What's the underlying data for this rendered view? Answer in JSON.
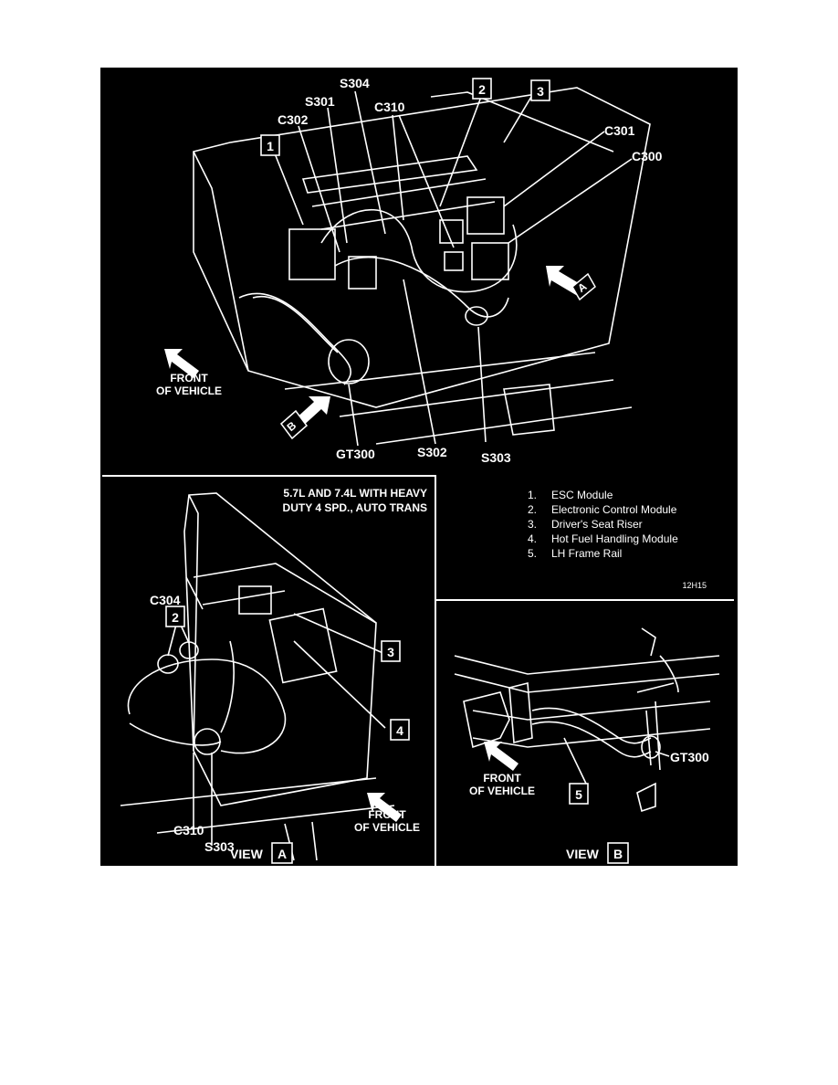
{
  "top_view": {
    "connectors": [
      "S304",
      "S301",
      "C302",
      "C310",
      "C301",
      "C300",
      "S302",
      "S303",
      "GT300"
    ],
    "callouts": [
      "1",
      "2",
      "3"
    ],
    "view_marker_a": "A",
    "view_marker_b": "B",
    "front_label": [
      "FRONT",
      "OF VEHICLE"
    ]
  },
  "view_a": {
    "heading": [
      "5.7L AND 7.4L WITH HEAVY",
      "DUTY 4 SPD., AUTO TRANS"
    ],
    "connectors": [
      "C304",
      "C310",
      "S303"
    ],
    "callouts": [
      "2",
      "3",
      "4"
    ],
    "front_label": [
      "FRONT",
      "OF VEHICLE"
    ],
    "view_label": "VIEW",
    "view_letter": "A"
  },
  "legend": {
    "items": [
      {
        "num": "1.",
        "text": "ESC Module"
      },
      {
        "num": "2.",
        "text": "Electronic Control Module"
      },
      {
        "num": "3.",
        "text": "Driver's Seat Riser"
      },
      {
        "num": "4.",
        "text": "Hot Fuel Handling Module"
      },
      {
        "num": "5.",
        "text": "LH Frame Rail"
      }
    ],
    "ref": "12H15"
  },
  "view_b": {
    "connector": "GT300",
    "callout": "5",
    "front_label": [
      "FRONT",
      "OF VEHICLE"
    ],
    "view_label": "VIEW",
    "view_letter": "B"
  }
}
